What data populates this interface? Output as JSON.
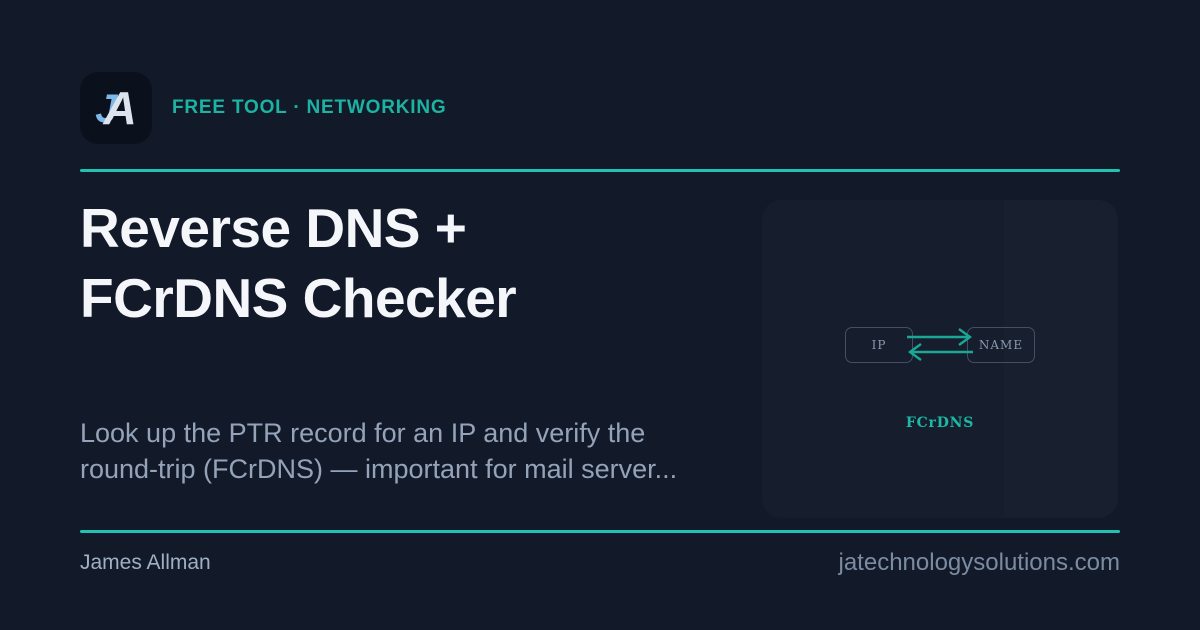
{
  "brand": {
    "logo": {
      "letter1": "J",
      "letter2": "A"
    },
    "badge": "FREE TOOL · NETWORKING"
  },
  "title": {
    "line1": "Reverse DNS +",
    "line2": "FCrDNS Checker"
  },
  "description": "Look up the PTR record for an IP and verify the round-trip (FCrDNS) — important for mail server...",
  "diagram": {
    "left_node": "IP",
    "right_node": "NAME",
    "caption": "FCrDNS"
  },
  "footer": {
    "author": "James Allman",
    "site": "jatechnologysolutions.com"
  },
  "colors": {
    "background": "#121a2a",
    "panel": "#161e2d",
    "accent_line": "#20c3b1",
    "accent_text": "#1cb3a2",
    "arrow": "#1aa795",
    "title_text": "#f4f6fa",
    "body_text": "#95a3b9",
    "logo_j": "#7cb9e8",
    "logo_a": "#dde4ee",
    "node_border": "#434f66",
    "node_text": "#8898ad"
  }
}
